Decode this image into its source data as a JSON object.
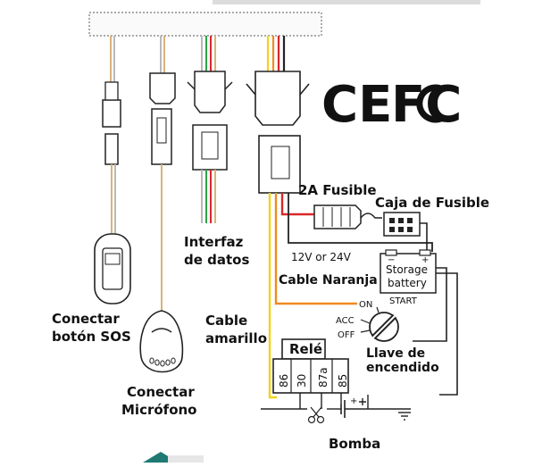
{
  "logos": {
    "ce": "CE",
    "fcc": "FC"
  },
  "labels": {
    "fuse_2a": "2A Fusible",
    "fuse_box": "Caja de Fusible",
    "voltage": "12V or 24V",
    "storage_battery_l1": "Storage",
    "storage_battery_l2": "battery",
    "orange_cable": "Cable Naranja",
    "data_interface_l1": "Interfaz",
    "data_interface_l2": "de datos",
    "yellow_cable_l1": "Cable",
    "yellow_cable_l2": "amarillo",
    "sos_button_l1": "Conectar",
    "sos_button_l2": "botón SOS",
    "microphone_l1": "Conectar",
    "microphone_l2": "Micrófono",
    "relay": "Relé",
    "ignition_l1": "Llave de",
    "ignition_l2": "encendido",
    "pump": "Bomba",
    "key_on": "ON",
    "key_start": "START",
    "key_acc": "ACC",
    "key_off": "OFF",
    "pin_86": "86",
    "pin_30": "30",
    "pin_87a": "87a",
    "pin_85": "85",
    "battery_minus": "−",
    "battery_plus": "+",
    "pump_plus": "+"
  },
  "colors": {
    "wire_yellow": "#f2d21c",
    "wire_orange": "#ef8a22",
    "wire_red": "#d8282a",
    "wire_green": "#2aa648",
    "wire_blue": "#2a7fd0",
    "wire_gray": "#9a9a9a",
    "wire_tan": "#d9b27a",
    "line": "#222222"
  }
}
